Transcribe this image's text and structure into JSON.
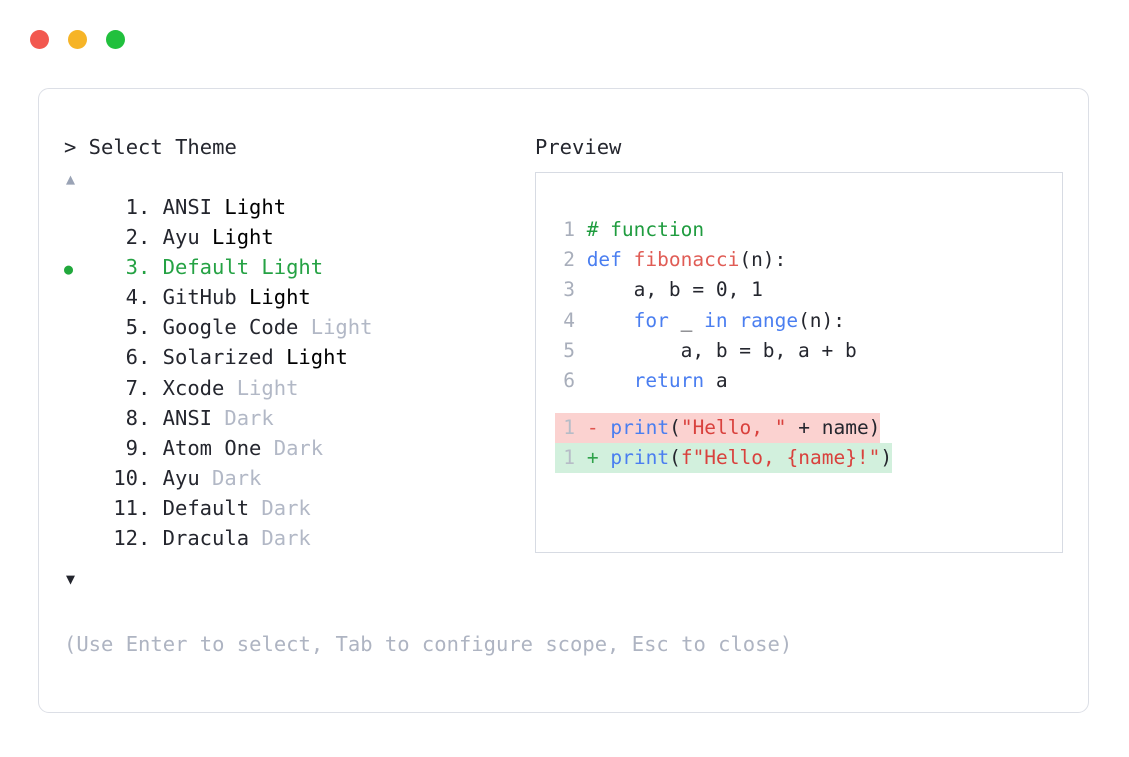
{
  "window": {
    "dots": [
      {
        "name": "close-dot",
        "color": "#f2584f"
      },
      {
        "name": "minimize-dot",
        "color": "#f6b427"
      },
      {
        "name": "maximize-dot",
        "color": "#21c03d"
      }
    ]
  },
  "left": {
    "prompt": "> Select Theme",
    "scroll_up": "▲",
    "scroll_down": "▼",
    "selected_bullet": "●",
    "dot_separator": ".",
    "selected_index": 3,
    "items": [
      {
        "index": "1",
        "name": "ANSI",
        "variant": "Light",
        "variant_dim": false,
        "selected": false
      },
      {
        "index": "2",
        "name": "Ayu",
        "variant": "Light",
        "variant_dim": false,
        "selected": false
      },
      {
        "index": "3",
        "name": "Default",
        "variant": "Light",
        "variant_dim": false,
        "selected": true
      },
      {
        "index": "4",
        "name": "GitHub",
        "variant": "Light",
        "variant_dim": false,
        "selected": false
      },
      {
        "index": "5",
        "name": "Google Code",
        "variant": "Light",
        "variant_dim": true,
        "selected": false
      },
      {
        "index": "6",
        "name": "Solarized",
        "variant": "Light",
        "variant_dim": false,
        "selected": false
      },
      {
        "index": "7",
        "name": "Xcode",
        "variant": "Light",
        "variant_dim": true,
        "selected": false
      },
      {
        "index": "8",
        "name": "ANSI",
        "variant": "Dark",
        "variant_dim": true,
        "selected": false
      },
      {
        "index": "9",
        "name": "Atom One",
        "variant": "Dark",
        "variant_dim": true,
        "selected": false
      },
      {
        "index": "10",
        "name": "Ayu",
        "variant": "Dark",
        "variant_dim": true,
        "selected": false
      },
      {
        "index": "11",
        "name": "Default",
        "variant": "Dark",
        "variant_dim": true,
        "selected": false
      },
      {
        "index": "12",
        "name": "Dracula",
        "variant": "Dark",
        "variant_dim": true,
        "selected": false
      }
    ],
    "hint": "(Use Enter to select, Tab to configure scope, Esc to close)"
  },
  "right": {
    "heading": "Preview",
    "code_lines": [
      {
        "ln": "1",
        "tokens": [
          {
            "t": "# function",
            "c": "comment"
          }
        ]
      },
      {
        "ln": "2",
        "tokens": [
          {
            "t": "def ",
            "c": "keyword"
          },
          {
            "t": "fibonacci",
            "c": "func"
          },
          {
            "t": "(n):",
            "c": "plain"
          }
        ]
      },
      {
        "ln": "3",
        "tokens": [
          {
            "t": "    a, b = ",
            "c": "plain"
          },
          {
            "t": "0",
            "c": "number"
          },
          {
            "t": ", ",
            "c": "plain"
          },
          {
            "t": "1",
            "c": "number"
          }
        ]
      },
      {
        "ln": "4",
        "tokens": [
          {
            "t": "    ",
            "c": "plain"
          },
          {
            "t": "for",
            "c": "keyword"
          },
          {
            "t": " _ ",
            "c": "plain"
          },
          {
            "t": "in ",
            "c": "keyword"
          },
          {
            "t": "range",
            "c": "builtin"
          },
          {
            "t": "(n):",
            "c": "plain"
          }
        ]
      },
      {
        "ln": "5",
        "tokens": [
          {
            "t": "        a, b = b, a + b",
            "c": "plain"
          }
        ]
      },
      {
        "ln": "6",
        "tokens": [
          {
            "t": "    ",
            "c": "plain"
          },
          {
            "t": "return",
            "c": "keyword"
          },
          {
            "t": " a",
            "c": "plain"
          }
        ]
      }
    ],
    "diff_lines": [
      {
        "ln": "1",
        "sign": "-",
        "kind": "removed",
        "tokens": [
          {
            "t": "print",
            "c": "builtin"
          },
          {
            "t": "(",
            "c": "plain"
          },
          {
            "t": "\"Hello, \"",
            "c": "string"
          },
          {
            "t": " + name)",
            "c": "plain"
          }
        ]
      },
      {
        "ln": "1",
        "sign": "+",
        "kind": "added",
        "tokens": [
          {
            "t": "print",
            "c": "builtin"
          },
          {
            "t": "(",
            "c": "plain"
          },
          {
            "t": "f\"Hello, {name}!\"",
            "c": "string"
          },
          {
            "t": ")",
            "c": "plain"
          }
        ]
      }
    ]
  },
  "colors": {
    "accent_green": "#25a244",
    "dim_text": "#b2b8c6",
    "body_text": "#24262e",
    "diff_removed_bg": "#fbd2d0",
    "diff_added_bg": "#d2f0dd",
    "card_border": "#dcdfe6",
    "panel_border": "#d7dbe3"
  }
}
